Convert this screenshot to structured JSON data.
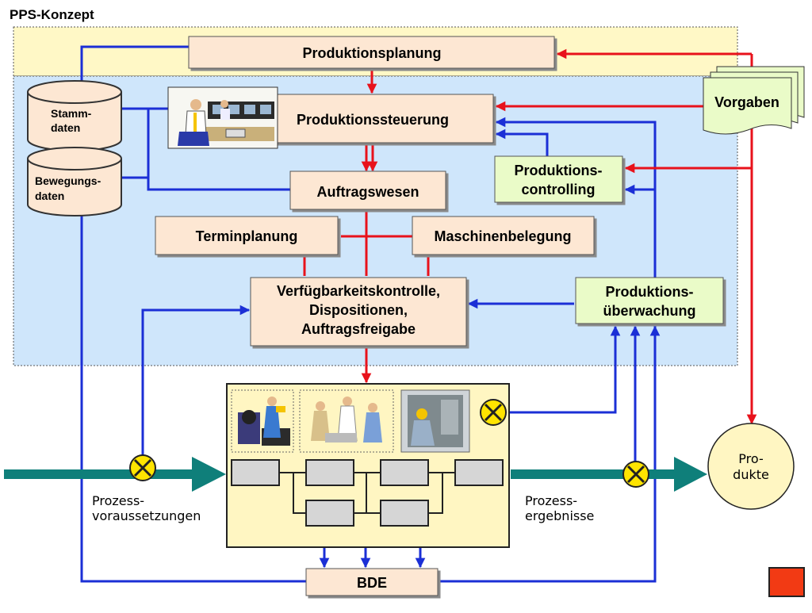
{
  "title": "PPS-Konzept",
  "boxes": {
    "produktionsplanung": "Produktionsplanung",
    "produktionssteuerung": "Produktionssteuerung",
    "auftragswesen": "Auftragswesen",
    "terminplanung": "Terminplanung",
    "maschinenbelegung": "Maschinenbelegung",
    "verfuegbarkeit": [
      "Verfügbarkeitskontrolle,",
      "Dispositionen,",
      "Auftragsfreigabe"
    ],
    "controlling": [
      "Produktions-",
      "controlling"
    ],
    "ueberwachung": [
      "Produktions-",
      "überwachung"
    ],
    "bde": "BDE",
    "vorgaben": "Vorgaben"
  },
  "databases": {
    "stammdaten": [
      "Stamm-",
      "daten"
    ],
    "bewegungsdaten": [
      "Bewegungs-",
      "daten"
    ]
  },
  "process": {
    "input": [
      "Prozess-",
      "voraussetzungen"
    ],
    "output": [
      "Prozess-",
      "ergebnisse"
    ],
    "products": [
      "Pro-",
      "dukte"
    ]
  },
  "colors": {
    "planning_band": "#fff8c6",
    "control_band": "#cfe6fb",
    "box_fill": "#fde7d3",
    "green_fill": "#eafbc8",
    "factory_fill": "#fff6c2",
    "red_line": "#e8121b",
    "blue_line": "#1b2fd6",
    "teal_arrow": "#0f7f7a",
    "sensor": "#ffe400",
    "corner_button": "#f23a14"
  }
}
